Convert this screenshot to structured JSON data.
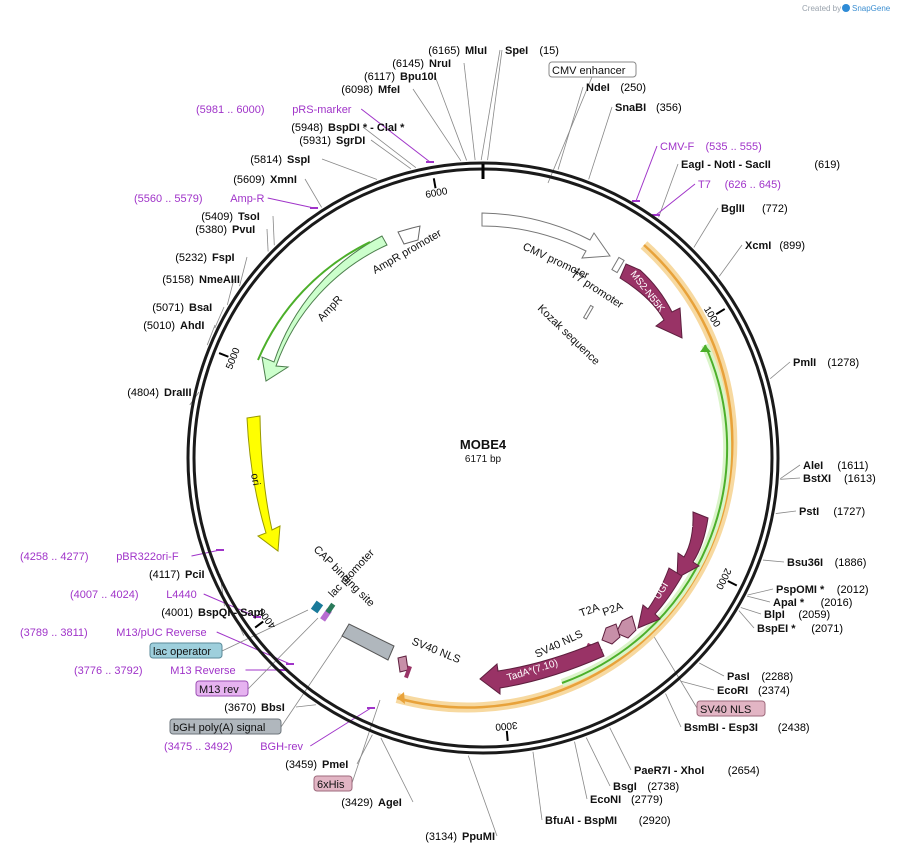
{
  "credit": {
    "text": "Created by",
    "brand": "SnapGene"
  },
  "plasmid": {
    "name": "MOBE4",
    "length": "6171 bp",
    "total_bp": 6171
  },
  "ticks": [
    "1000",
    "2000",
    "3000",
    "4000",
    "5000",
    "6000"
  ],
  "sites": [
    {
      "pos": "(6165)",
      "name": "MluI",
      "bp": 6165
    },
    {
      "pos": "(6145)",
      "name": "NruI",
      "bp": 6145
    },
    {
      "pos": "(6117)",
      "name": "Bpu10I",
      "bp": 6117
    },
    {
      "pos": "(6098)",
      "name": "MfeI",
      "bp": 6098
    },
    {
      "pos": "(5948)",
      "name": "BspDI * - ClaI *",
      "bp": 5948
    },
    {
      "pos": "(5931)",
      "name": "SgrDI",
      "bp": 5931
    },
    {
      "pos": "(5814)",
      "name": "SspI",
      "bp": 5814
    },
    {
      "pos": "(5609)",
      "name": "XmnI",
      "bp": 5609
    },
    {
      "pos": "(5409)",
      "name": "TsoI",
      "bp": 5409
    },
    {
      "pos": "(5380)",
      "name": "PvuI",
      "bp": 5380
    },
    {
      "pos": "(5232)",
      "name": "FspI",
      "bp": 5232
    },
    {
      "pos": "(5158)",
      "name": "NmeAIII",
      "bp": 5158
    },
    {
      "pos": "(5071)",
      "name": "BsaI",
      "bp": 5071
    },
    {
      "pos": "(5010)",
      "name": "AhdI",
      "bp": 5010
    },
    {
      "pos": "(4804)",
      "name": "DraIII",
      "bp": 4804
    },
    {
      "pos": "(4117)",
      "name": "PciI",
      "bp": 4117
    },
    {
      "pos": "(4001)",
      "name": "BspQI - SapI",
      "bp": 4001
    },
    {
      "pos": "(3670)",
      "name": "BbsI",
      "bp": 3670
    },
    {
      "pos": "(3459)",
      "name": "PmeI",
      "bp": 3459
    },
    {
      "pos": "(3429)",
      "name": "AgeI",
      "bp": 3429
    },
    {
      "pos": "(3134)",
      "name": "PpuMI",
      "bp": 3134
    },
    {
      "pos": "(15)",
      "name": "SpeI",
      "bp": 15
    },
    {
      "pos": "(250)",
      "name": "NdeI",
      "bp": 250
    },
    {
      "pos": "(356)",
      "name": "SnaBI",
      "bp": 356
    },
    {
      "pos": "(619)",
      "name": "EagI - NotI - SacII",
      "bp": 619
    },
    {
      "pos": "(772)",
      "name": "BglII",
      "bp": 772
    },
    {
      "pos": "(899)",
      "name": "XcmI",
      "bp": 899
    },
    {
      "pos": "(1278)",
      "name": "PmlI",
      "bp": 1278
    },
    {
      "pos": "(1611)",
      "name": "AleI",
      "bp": 1611
    },
    {
      "pos": "(1613)",
      "name": "BstXI",
      "bp": 1613
    },
    {
      "pos": "(1727)",
      "name": "PstI",
      "bp": 1727
    },
    {
      "pos": "(1886)",
      "name": "Bsu36I",
      "bp": 1886
    },
    {
      "pos": "(2012)",
      "name": "PspOMI *",
      "bp": 2012
    },
    {
      "pos": "(2016)",
      "name": "ApaI *",
      "bp": 2016
    },
    {
      "pos": "(2059)",
      "name": "BlpI",
      "bp": 2059
    },
    {
      "pos": "(2071)",
      "name": "BspEI *",
      "bp": 2071
    },
    {
      "pos": "(2288)",
      "name": "PasI",
      "bp": 2288
    },
    {
      "pos": "(2374)",
      "name": "EcoRI",
      "bp": 2374
    },
    {
      "pos": "(2438)",
      "name": "BsmBI - Esp3I",
      "bp": 2438
    },
    {
      "pos": "(2654)",
      "name": "PaeR7I - XhoI",
      "bp": 2654
    },
    {
      "pos": "(2738)",
      "name": "BsgI",
      "bp": 2738
    },
    {
      "pos": "(2779)",
      "name": "EcoNI",
      "bp": 2779
    },
    {
      "pos": "(2920)",
      "name": "BfuAI - BspMI",
      "bp": 2920
    }
  ],
  "primers": [
    {
      "range": "(5981 .. 6000)",
      "name": "pRS-marker"
    },
    {
      "range": "(5560 .. 5579)",
      "name": "Amp-R"
    },
    {
      "range": "(4258 .. 4277)",
      "name": "pBR322ori-F"
    },
    {
      "range": "(4007 .. 4024)",
      "name": "L4440"
    },
    {
      "range": "(3789 .. 3811)",
      "name": "M13/pUC Reverse"
    },
    {
      "range": "(3776 .. 3792)",
      "name": "M13 Reverse"
    },
    {
      "range": "(3475 .. 3492)",
      "name": "BGH-rev"
    },
    {
      "range": "(535 .. 555)",
      "name": "CMV-F"
    },
    {
      "range": "(626 .. 645)",
      "name": "T7"
    }
  ],
  "boxed_labels": [
    {
      "text": "CMV enhancer",
      "color": "#ffffff",
      "border": "#888888"
    },
    {
      "text": "lac operator",
      "color": "#9ecfdc",
      "border": "#5a8a99"
    },
    {
      "text": "M13 rev",
      "color": "#e6b3f0",
      "border": "#9b4fb3"
    },
    {
      "text": "bGH poly(A) signal",
      "color": "#b0b7bd",
      "border": "#6e767c"
    },
    {
      "text": "6xHis",
      "color": "#e2b5c4",
      "border": "#9e6a7c"
    },
    {
      "text": "SV40 NLS",
      "color": "#e2b5c4",
      "border": "#9e6a7c"
    }
  ],
  "features": [
    {
      "text": "CMV promoter"
    },
    {
      "text": "T7 promoter"
    },
    {
      "text": "Kozak sequence"
    },
    {
      "text": "MS2-N55K"
    },
    {
      "text": "AmpR promoter"
    },
    {
      "text": "AmpR"
    },
    {
      "text": "ori"
    },
    {
      "text": "CAP binding site"
    },
    {
      "text": "lac promoter"
    },
    {
      "text": "SV40 NLS"
    },
    {
      "text": "UGI"
    },
    {
      "text": "UGI"
    },
    {
      "text": "T2A"
    },
    {
      "text": "P2A"
    },
    {
      "text": "SV40 NLS"
    },
    {
      "text": "TadA*(7.10)"
    }
  ],
  "colors": {
    "backbone": "#1a1a1a",
    "ampr": "#ccffcc",
    "ori": "#ffff00",
    "cds": "#993366",
    "orange_highlight": "#e8a23a",
    "green_arc": "#4caf2a",
    "primer": "#a034c9"
  }
}
